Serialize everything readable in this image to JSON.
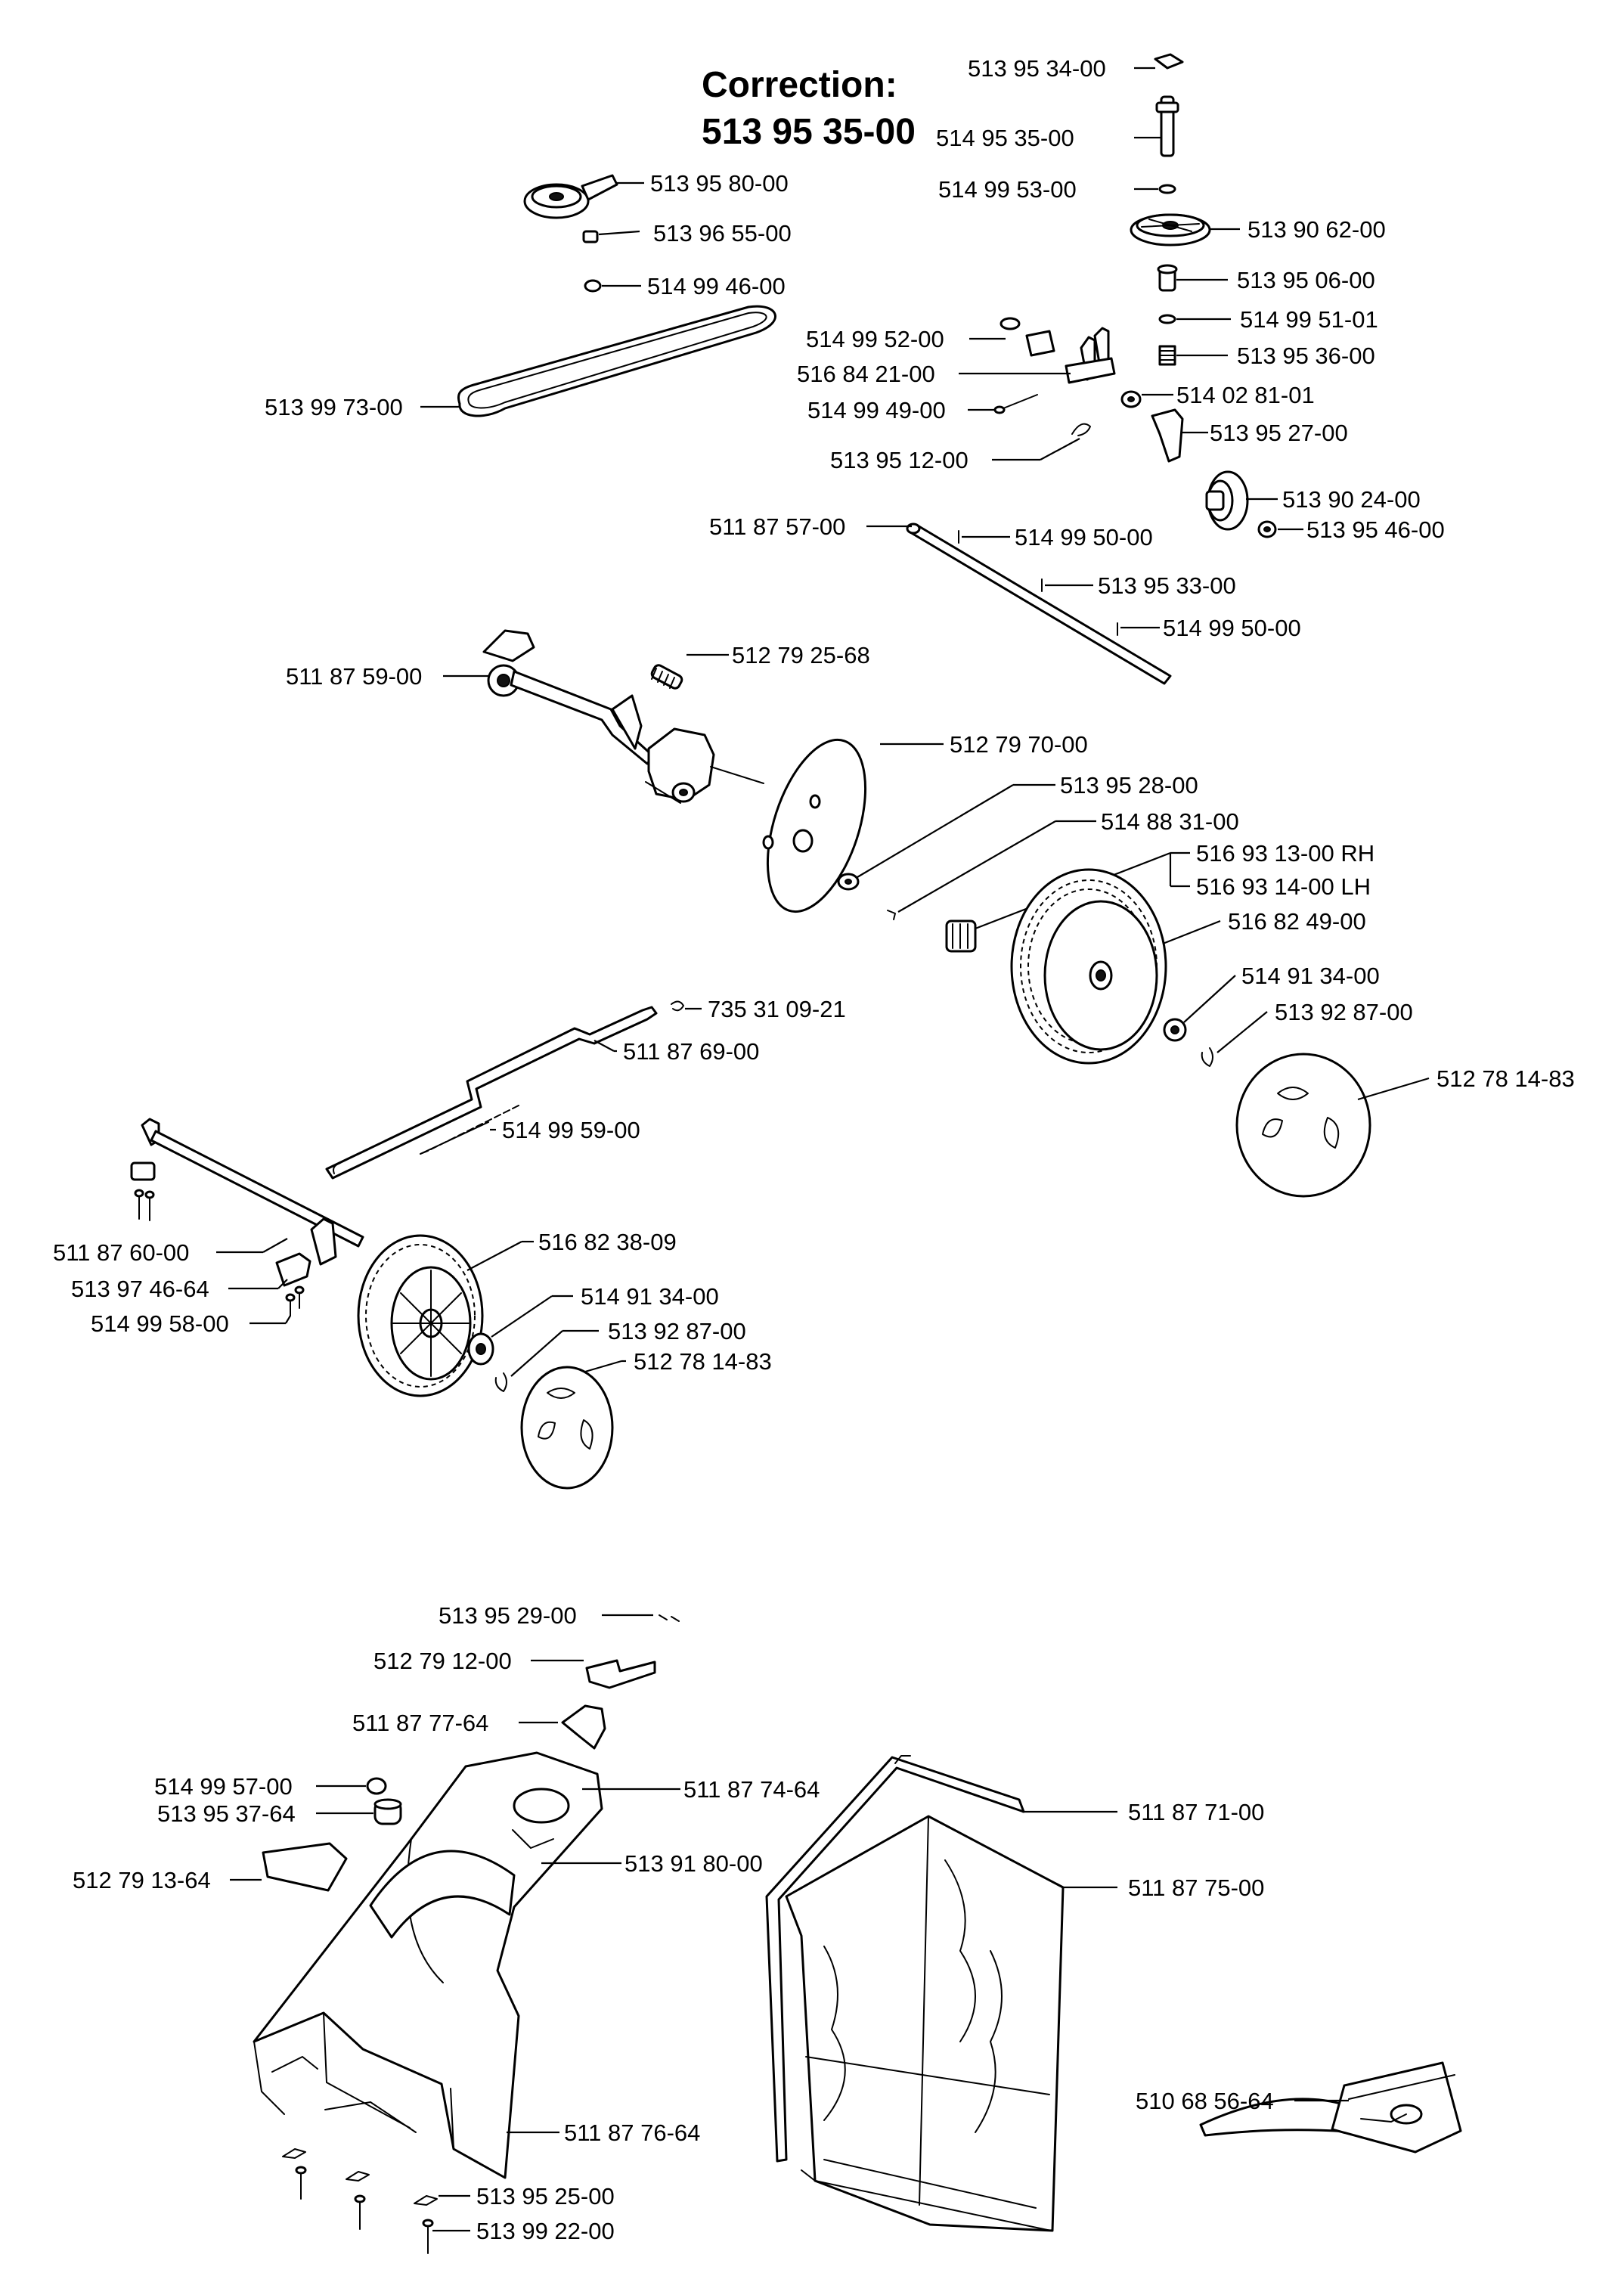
{
  "correction": {
    "title": "Correction:",
    "number": "513 95 35-00"
  },
  "labels": {
    "p513953400": "513 95 34-00",
    "p514953500": "514 95 35-00",
    "p514995300": "514 99 53-00",
    "p513906200": "513 90 62-00",
    "p513950600": "513 95 06-00",
    "p514995101": "514 99 51-01",
    "p513953600": "513 95 36-00",
    "p514995200": "514 99 52-00",
    "p516842100": "516 84 21-00",
    "p514994900": "514 99 49-00",
    "p514028101": "514 02 81-01",
    "p513952700": "513 95 27-00",
    "p513951200": "513 95 12-00",
    "p513902400": "513 90 24-00",
    "p513954600": "513 95 46-00",
    "p513958000": "513 95 80-00",
    "p513965500": "513 96 55-00",
    "p514994600": "514 99 46-00",
    "p513997300": "513 99 73-00",
    "p511875700": "511 87 57-00",
    "p514995000a": "514 99 50-00",
    "p513953300": "513 95 33-00",
    "p514995000b": "514 99 50-00",
    "p511875900": "511 87 59-00",
    "p512792568": "512 79 25-68",
    "p512797000": "512 79 70-00",
    "p513952800": "513 95 28-00",
    "p514883100": "514 88 31-00",
    "p516931300": "516 93 13-00 RH",
    "p516931400": "516 93 14-00 LH",
    "p516824900": "516 82 49-00",
    "p514913400a": "514 91 34-00",
    "p513928700a": "513 92 87-00",
    "p512781483a": "512 78 14-83",
    "p735310921": "735 31 09-21",
    "p511876900": "511 87 69-00",
    "p514995900": "514 99 59-00",
    "p511876000": "511 87 60-00",
    "p513974664": "513 97 46-64",
    "p514995800": "514 99 58-00",
    "p516823809": "516 82 38-09",
    "p514913400b": "514 91 34-00",
    "p513928700b": "513 92 87-00",
    "p512781483b": "512 78 14-83",
    "p513952900": "513 95 29-00",
    "p512791200": "512 79 12-00",
    "p511877764": "511 87 77-64",
    "p514995700": "514 99 57-00",
    "p513953764": "513 95 37-64",
    "p512791364": "512 79 13-64",
    "p511877464": "511 87 74-64",
    "p513918000": "513 91 80-00",
    "p511877100": "511 87 71-00",
    "p511877500": "511 87 75-00",
    "p510685664": "510 68 56-64",
    "p511877664": "511 87 76-64",
    "p513952500": "513 95 25-00",
    "p513992200": "513 99 22-00"
  }
}
